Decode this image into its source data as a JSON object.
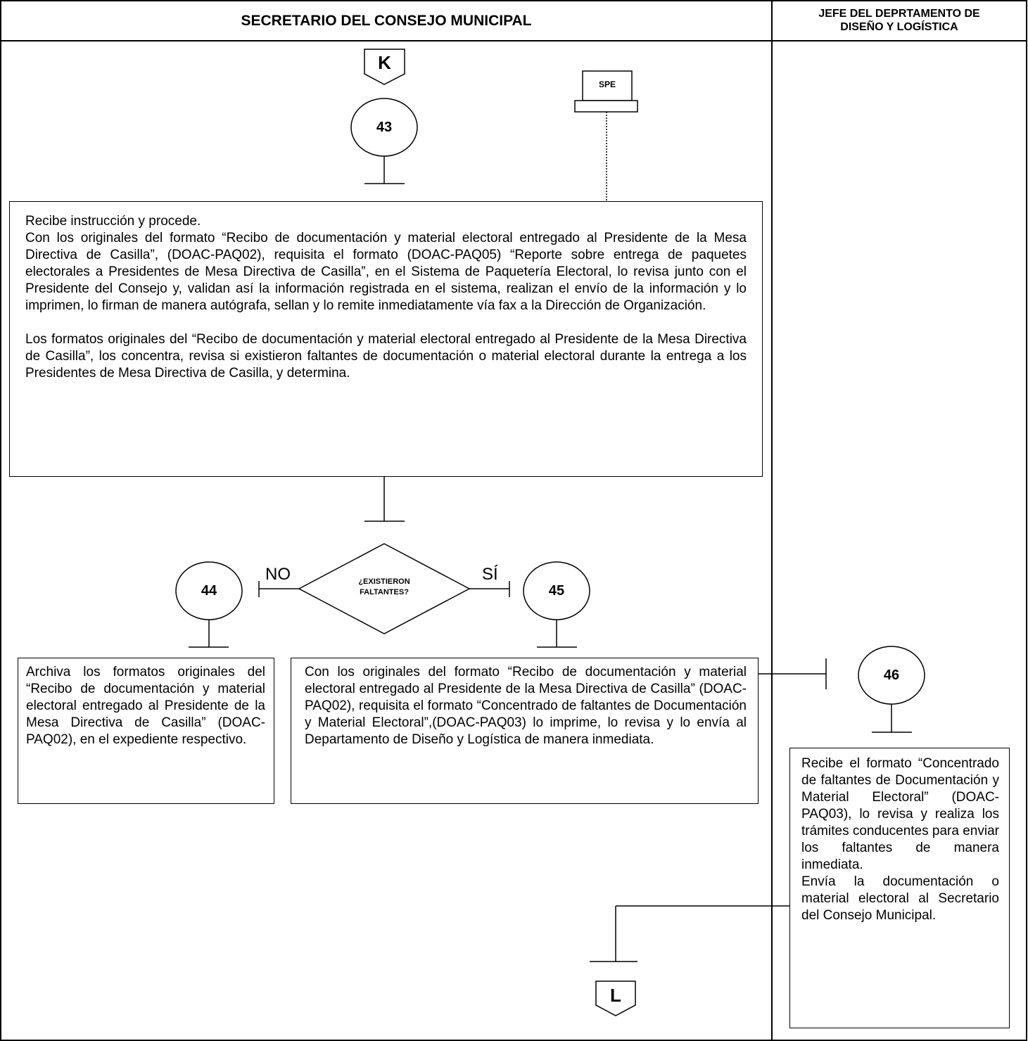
{
  "header": {
    "left_title": "SECRETARIO DEL CONSEJO MUNICIPAL",
    "right_title_line1": "JEFE DEL DEPRTAMENTO DE",
    "right_title_line2": "DISEÑO Y LOGÍSTICA"
  },
  "connectors": {
    "top": "K",
    "bottom": "L"
  },
  "system_box": {
    "label": "SPE"
  },
  "steps": {
    "s43": "43",
    "s44": "44",
    "s45": "45",
    "s46": "46"
  },
  "decision": {
    "line1": "¿EXISTIERON",
    "line2": "FALTANTES?",
    "no_label": "NO",
    "yes_label": "SÍ"
  },
  "activities": {
    "a43_p1": "Recibe instrucción y procede.",
    "a43_p2": "Con los originales del formato “Recibo de documentación y material electoral entregado al Presidente de la Mesa Directiva de Casilla”, (DOAC-PAQ02), requisita el formato (DOAC-PAQ05) “Reporte sobre entrega de paquetes electorales a Presidentes de Mesa Directiva de Casilla”, en el Sistema de Paquetería Electoral, lo revisa junto con el Presidente del Consejo y, validan así la información registrada en el sistema, realizan el envío de la información y lo imprimen, lo firman de manera autógrafa, sellan y lo remite inmediatamente vía fax a la Dirección de Organización.",
    "a43_p3": "Los formatos originales del “Recibo de documentación y material electoral entregado al Presidente de la Mesa Directiva de Casilla”, los concentra, revisa si existieron faltantes de documentación o material electoral durante la entrega a los Presidentes de Mesa Directiva de Casilla, y determina.",
    "a44": "Archiva los formatos originales del “Recibo de documentación y material electoral entregado al Presidente de la Mesa Directiva de Casilla” (DOAC-PAQ02), en el expediente respectivo.",
    "a45": "Con los originales del formato “Recibo de documentación y material electoral entregado al Presidente de la Mesa Directiva de Casilla” (DOAC-PAQ02), requisita el formato “Concentrado de faltantes de Documentación y Material Electoral”,(DOAC-PAQ03) lo imprime, lo revisa y lo envía al Departamento de Diseño y Logística de manera inmediata.",
    "a46_p1": "Recibe el formato “Concentrado de faltantes de Documentación y Material Electoral” (DOAC-PAQ03), lo revisa y realiza los trámites conducentes para enviar los faltantes de manera inmediata.",
    "a46_p2": "Envía la documentación o material electoral al Secretario del Consejo Municipal."
  }
}
